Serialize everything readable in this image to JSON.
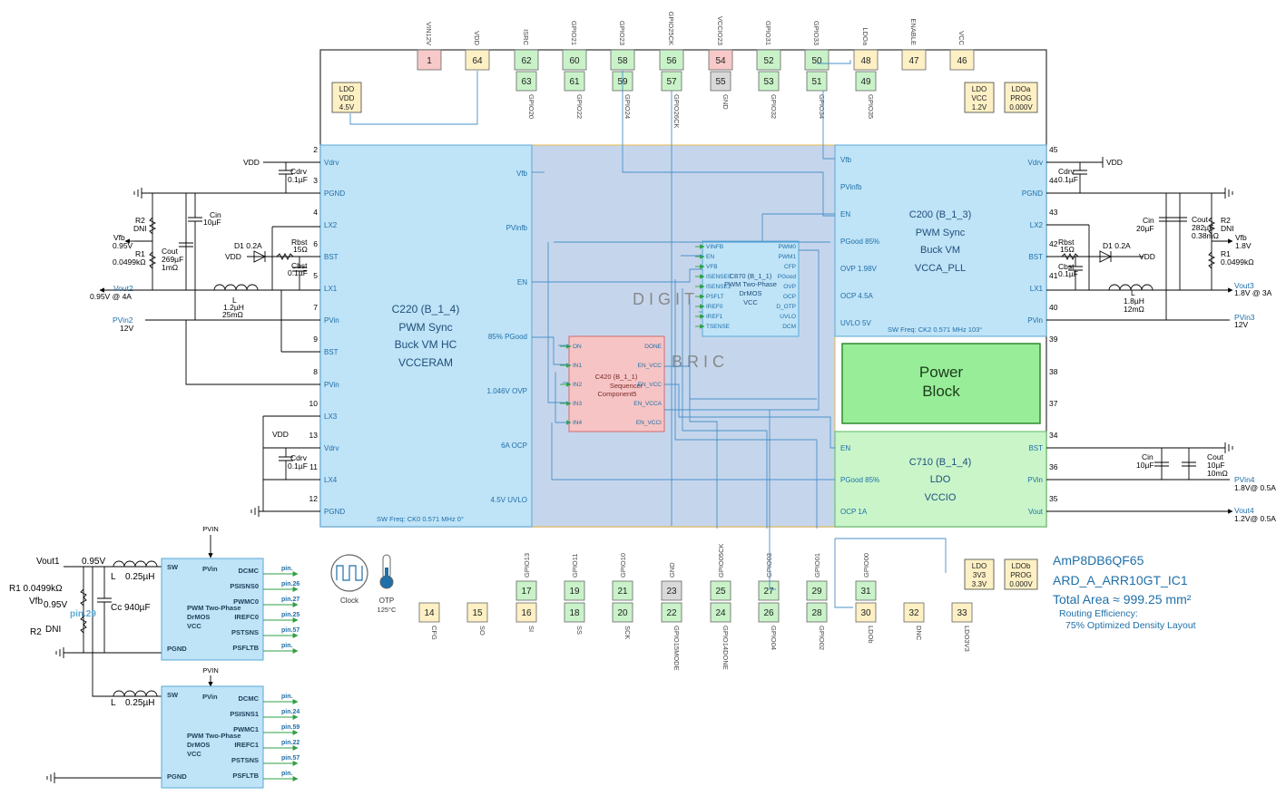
{
  "chip_info": {
    "part_number": "AmP8DB6QF65",
    "config": "ARD_A_ARR10GT_IC1",
    "area": "Total Area ≈ 999.25 mm²",
    "routing_label": "Routing Efficiency:",
    "routing_value": "75% Optimized Density Layout"
  },
  "top_pins": [
    {
      "num": "1",
      "label": "VIN12V",
      "color": "#f7c9c9"
    },
    {
      "num": "64",
      "label": "VDD",
      "color": "#fdf0c4"
    },
    {
      "num": "62",
      "label": "ISRC",
      "color": "#c9f2c9"
    },
    {
      "num": "60",
      "label": "GPIO21",
      "color": "#c9f2c9"
    },
    {
      "num": "58",
      "label": "GPIO23",
      "color": "#c9f2c9"
    },
    {
      "num": "56",
      "label": "GPIO25CK",
      "color": "#c9f2c9"
    },
    {
      "num": "54",
      "label": "VCCIO23",
      "color": "#f7c9c9"
    },
    {
      "num": "52",
      "label": "GPIO31",
      "color": "#c9f2c9"
    },
    {
      "num": "50",
      "label": "GPIO33",
      "color": "#c9f2c9"
    },
    {
      "num": "48",
      "label": "LDOa",
      "color": "#fdf0c4"
    },
    {
      "num": "47",
      "label": "ENABLE",
      "color": "#fdf0c4"
    },
    {
      "num": "46",
      "label": "VCC",
      "color": "#fdf0c4"
    }
  ],
  "top_pins_row2": [
    {
      "num": "63",
      "label": "GPIO20",
      "color": "#c9f2c9"
    },
    {
      "num": "61",
      "label": "GPIO22",
      "color": "#c9f2c9"
    },
    {
      "num": "59",
      "label": "GPIO24",
      "color": "#c9f2c9"
    },
    {
      "num": "57",
      "label": "GPIO26CK",
      "color": "#c9f2c9"
    },
    {
      "num": "55",
      "label": "GND",
      "color": "#d9d9d9"
    },
    {
      "num": "53",
      "label": "GPIO32",
      "color": "#c9f2c9"
    },
    {
      "num": "51",
      "label": "GPIO34",
      "color": "#c9f2c9"
    },
    {
      "num": "49",
      "label": "GPIO35",
      "color": "#c9f2c9"
    }
  ],
  "bottom_pins": [
    {
      "num": "14",
      "label": "CFG",
      "color": "#fdf0c4"
    },
    {
      "num": "15",
      "label": "SO",
      "color": "#fdf0c4"
    },
    {
      "num": "16",
      "label": "SI",
      "color": "#fdf0c4"
    },
    {
      "num": "18",
      "label": "SS",
      "color": "#c9f2c9"
    },
    {
      "num": "20",
      "label": "SCK",
      "color": "#c9f2c9"
    },
    {
      "num": "22",
      "label": "GPIO15MODE",
      "color": "#c9f2c9"
    },
    {
      "num": "24",
      "label": "GPIO14DONE",
      "color": "#c9f2c9"
    },
    {
      "num": "26",
      "label": "GPIO04",
      "color": "#c9f2c9"
    },
    {
      "num": "28",
      "label": "GPIO02",
      "color": "#c9f2c9"
    },
    {
      "num": "30",
      "label": "LDOb",
      "color": "#fdf0c4"
    },
    {
      "num": "32",
      "label": "DNC",
      "color": "#fdf0c4"
    },
    {
      "num": "33",
      "label": "LDO3V3",
      "color": "#fdf0c4"
    }
  ],
  "bottom_pins_row2": [
    {
      "num": "17",
      "label": "GPIO13",
      "color": "#c9f2c9"
    },
    {
      "num": "19",
      "label": "GPIO11",
      "color": "#c9f2c9"
    },
    {
      "num": "21",
      "label": "GPIO10",
      "color": "#c9f2c9"
    },
    {
      "num": "23",
      "label": "GND",
      "color": "#d9d9d9"
    },
    {
      "num": "25",
      "label": "GPIO05CK",
      "color": "#c9f2c9"
    },
    {
      "num": "27",
      "label": "GPIO03",
      "color": "#c9f2c9"
    },
    {
      "num": "29",
      "label": "GPIO01",
      "color": "#c9f2c9"
    },
    {
      "num": "31",
      "label": "GPIO00",
      "color": "#c9f2c9"
    }
  ],
  "left_pins": [
    {
      "num": "2",
      "label": "Vdrv"
    },
    {
      "num": "3",
      "label": "PGND"
    },
    {
      "num": "4",
      "label": "LX2"
    },
    {
      "num": "6",
      "label": "BST"
    },
    {
      "num": "5",
      "label": "LX1"
    },
    {
      "num": "7",
      "label": "PVin"
    },
    {
      "num": "9",
      "label": "BST"
    },
    {
      "num": "8",
      "label": "PVin"
    },
    {
      "num": "10",
      "label": "LX3"
    },
    {
      "num": "13",
      "label": "Vdrv"
    },
    {
      "num": "11",
      "label": "LX4"
    },
    {
      "num": "12",
      "label": "PGND"
    }
  ],
  "right_pins": [
    {
      "num": "45",
      "label": "Vdrv"
    },
    {
      "num": "44",
      "label": "PGND"
    },
    {
      "num": "43",
      "label": "LX2"
    },
    {
      "num": "42",
      "label": "BST"
    },
    {
      "num": "41",
      "label": "LX1"
    },
    {
      "num": "40",
      "label": "PVin"
    },
    {
      "num": "39",
      "label": ""
    },
    {
      "num": "38",
      "label": ""
    },
    {
      "num": "37",
      "label": ""
    },
    {
      "num": "34",
      "label": "BST"
    },
    {
      "num": "36",
      "label": "PVin"
    },
    {
      "num": "35",
      "label": "Vout"
    }
  ],
  "ldo_boxes": {
    "ldo_vdd": [
      "LDO",
      "VDD",
      "4.5V"
    ],
    "ldo_vcc": [
      "LDO",
      "VCC",
      "1.2V"
    ],
    "ldoa_prog": [
      "LDOa",
      "PROG",
      "0.000V"
    ],
    "ldo_3v3": [
      "LDO",
      "3V3",
      "3.3V"
    ],
    "ldob_prog": [
      "LDOb",
      "PROG",
      "0.000V"
    ]
  },
  "c220": {
    "lines": [
      "C220 (B_1_4)",
      "PWM Sync",
      "Buck VM HC",
      "VCCERAM"
    ],
    "pins": [
      "Vfb",
      "PVinfb",
      "EN",
      "85% PGood",
      "1.046V OVP",
      "6A OCP",
      "4.5V UVLO"
    ],
    "sw_freq": "SW Freq: CK0 0.571 MHz 0°"
  },
  "c200": {
    "lines": [
      "C200 (B_1_3)",
      "PWM Sync",
      "Buck VM",
      "VCCA_PLL"
    ],
    "pins": [
      "Vfb",
      "PVinfb",
      "EN",
      "PGood 85%",
      "OVP 1.98V",
      "OCP 4.5A",
      "UVLO 5V"
    ],
    "sw_freq": "SW Freq: CK2 0.571 MHz 103°"
  },
  "c710": {
    "lines": [
      "C710 (B_1_4)",
      "LDO",
      "VCCIO"
    ],
    "pins": [
      "EN",
      "PGood 85%",
      "OCP 1A"
    ]
  },
  "c870": {
    "lines": [
      "C870 (B_1_1)",
      "PWM Two-Phase",
      "DrMOS",
      "VCC"
    ],
    "left_pins": [
      "VINFB",
      "EN",
      "VFB",
      "ISENSE0",
      "ISENSE1",
      "PSFLT",
      "IREF0",
      "IREF1",
      "TSENSE"
    ],
    "right_pins": [
      "PWM0",
      "PWM1",
      "CFP",
      "PGood",
      "OVP",
      "OCP",
      "D_OTP",
      "UVLO",
      "DCM"
    ]
  },
  "c420": {
    "lines": [
      "C420 (B_1_1)",
      "Sequencer",
      "Component5"
    ],
    "left_pins": [
      "ON",
      "IN1",
      "IN2",
      "IN3",
      "IN4"
    ],
    "right_pins": [
      "DONE",
      "EN_VCC",
      "EN_VCC",
      "EN_VCCA",
      "EN_VCCI"
    ]
  },
  "fabric": {
    "word1": "DIGIT",
    "word2": "BRIC"
  },
  "power_block": {
    "line1": "Power",
    "line2": "Block"
  },
  "clock": {
    "label": "Clock"
  },
  "otp": {
    "label": "OTP",
    "temp": "125°C"
  },
  "left_circuit": {
    "vdd": "VDD",
    "cdrv": "Cdrv",
    "cdrv_val": "0.1µF",
    "cin": "Cin",
    "cin_val": "10µF",
    "r2": "R2",
    "r2_val": "DNI",
    "vfb": "Vfb",
    "vfb_val": "0.95V",
    "r1": "R1",
    "r1_val": "0.0499kΩ",
    "cout": "Cout",
    "cout_val1": "269µF",
    "cout_val2": "1mΩ",
    "d1": "D1 0.2A",
    "rbst": "Rbst",
    "rbst_val": "15Ω",
    "cbst": "Cbst",
    "cbst_val": "0.1µF",
    "l": "L",
    "l_val": "1.2µH",
    "l_res": "25mΩ",
    "vout2": "Vout2",
    "vout2_val": "0.95V @ 4A",
    "pvin2": "PVin2",
    "pvin2_val": "12V",
    "vdd2": "VDD",
    "cdrv2": "Cdrv",
    "cdrv2_val": "0.1µF"
  },
  "right_circuit": {
    "vdd": "VDD",
    "cdrv": "Cdrv",
    "cdrv_val": "0.1µF",
    "cin": "Cin",
    "cin_val": "20µF",
    "cout": "Cout",
    "cout_val1": "282µF",
    "cout_val2": "0.38mΩ",
    "r2": "R2",
    "r2_val": "DNI",
    "vfb": "Vfb",
    "vfb_val": "1.8V",
    "r1": "R1",
    "r1_val": "0.0499kΩ",
    "rbst": "Rbst",
    "rbst_val": "15Ω",
    "d1": "D1 0.2A",
    "vdd2": "VDD",
    "cbst": "Cbst",
    "cbst_val": "0.1µF",
    "l": "L",
    "l_val": "1.8µH",
    "l_res": "12mΩ",
    "vout3": "Vout3",
    "vout3_val": "1.8V @ 3A",
    "pvin3": "PVin3",
    "pvin3_val": "12V",
    "cin2": "Cin",
    "cin2_val": "10µF",
    "cout2": "Cout",
    "cout2_val1": "10µF",
    "cout2_val2": "10mΩ",
    "pvin4": "PVin4",
    "pvin4_val": "1.8V@ 0.5A",
    "vout4": "Vout4",
    "vout4_val": "1.2V@ 0.5A"
  },
  "drmos_circuit": {
    "vout1": "Vout1",
    "vout1_val": "0.95V",
    "r1": "R1 0.0499kΩ",
    "vfb": "Vfb",
    "vfb_val": "0.95V",
    "r2": "R2",
    "r2_val": "DNI",
    "cc": "Cc 940µF",
    "l": "L",
    "l_val": "0.25µH",
    "pin29": "pin.29",
    "pvin": "PVIN",
    "box1": {
      "left": [
        "SW",
        "PGND"
      ],
      "pvin": "PVin",
      "mid": [
        "PWM Two-Phase",
        "DrMOS",
        "VCC"
      ],
      "right": [
        "DCMC",
        "PSISNS0",
        "PWMC0",
        "IREFC0",
        "PSTSNS",
        "PSFLTB"
      ],
      "pins": [
        "pin.",
        "pin.26",
        "pin.27",
        "pin.25",
        "pin.57",
        "pin."
      ]
    },
    "box2": {
      "left": [
        "SW",
        "PGND"
      ],
      "pvin": "PVin",
      "mid": [
        "PWM Two-Phase",
        "DrMOS",
        "VCC"
      ],
      "right": [
        "DCMC",
        "PSISNS1",
        "PWMC1",
        "IREFC1",
        "PSTSNS",
        "PSFLTB"
      ],
      "pins": [
        "pin.",
        "pin.24",
        "pin.59",
        "pin.22",
        "pin.57",
        "pin."
      ]
    }
  },
  "colors": {
    "blue_block": "#bfe3f7",
    "blue_border": "#5aa9d6",
    "fabric": "#c5d6ec",
    "green_block": "#c9f5c9",
    "power_green": "#98ee98",
    "red_block": "#f6c4c4",
    "ldo_fill": "#fdf0c4",
    "wire_blue": "#4a90c8",
    "arrow_green": "#2ea043",
    "text_blue": "#1f6fa8"
  }
}
